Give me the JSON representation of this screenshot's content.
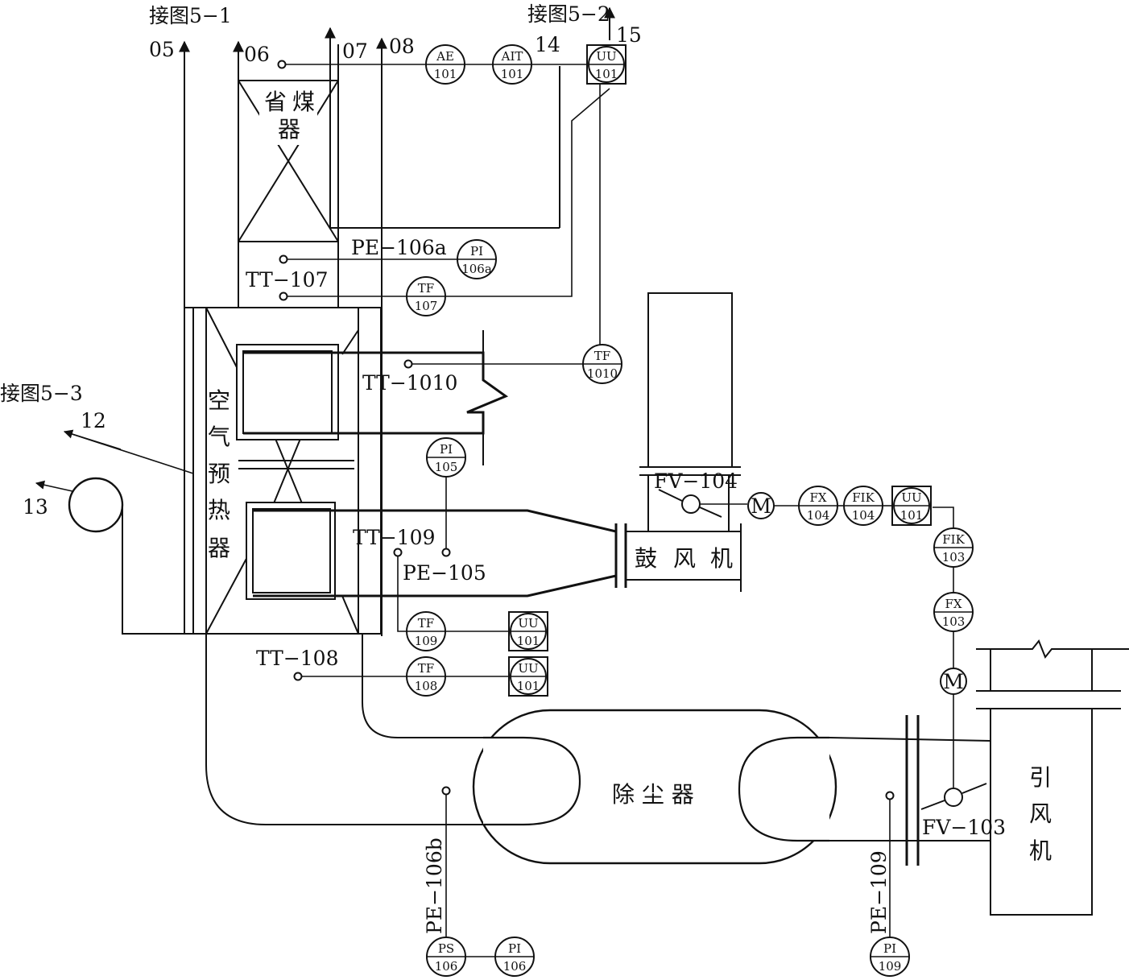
{
  "connections": {
    "fig_5_1": "接图5−1",
    "fig_5_2": "接图5−2",
    "fig_5_3": "接图5−3"
  },
  "stream_numbers": {
    "s05": "05",
    "s06": "06",
    "s07": "07",
    "s08": "08",
    "s14": "14",
    "s15": "15",
    "s12": "12",
    "s13": "13"
  },
  "equipment": {
    "economizer": [
      "省",
      "煤",
      "器"
    ],
    "air_preheater": [
      "空",
      "气",
      "预",
      "热",
      "器"
    ],
    "blower": [
      "鼓",
      "风",
      "机"
    ],
    "dust_collector": "除 尘 器",
    "induced_fan": [
      "引",
      "风",
      "机"
    ]
  },
  "tags": {
    "tt107": "TT−107",
    "pe106a": "PE−106a",
    "tt1010": "TT−1010",
    "tt109": "TT−109",
    "pe105": "PE−105",
    "tt108": "TT−108",
    "fv104": "FV−104",
    "fv103": "FV−103",
    "pe106b": "PE−106b",
    "pe109": "PE−109"
  },
  "instruments": [
    {
      "id": "ae101",
      "top": "AE",
      "bottom": "101",
      "boxed": false
    },
    {
      "id": "ait101",
      "top": "AIT",
      "bottom": "101",
      "boxed": false
    },
    {
      "id": "uu101-top",
      "top": "UU",
      "bottom": "101",
      "boxed": true
    },
    {
      "id": "pi106a",
      "top": "PI",
      "bottom": "106a",
      "boxed": false
    },
    {
      "id": "tf107",
      "top": "TF",
      "bottom": "107",
      "boxed": false
    },
    {
      "id": "tf1010",
      "top": "TF",
      "bottom": "1010",
      "boxed": false
    },
    {
      "id": "pi105",
      "top": "PI",
      "bottom": "105",
      "boxed": false
    },
    {
      "id": "fx104",
      "top": "FX",
      "bottom": "104",
      "boxed": false
    },
    {
      "id": "fik104",
      "top": "FIK",
      "bottom": "104",
      "boxed": false
    },
    {
      "id": "uu101-fan",
      "top": "UU",
      "bottom": "101",
      "boxed": true
    },
    {
      "id": "fik103",
      "top": "FIK",
      "bottom": "103",
      "boxed": false
    },
    {
      "id": "fx103",
      "top": "FX",
      "bottom": "103",
      "boxed": false
    },
    {
      "id": "tf109",
      "top": "TF",
      "bottom": "109",
      "boxed": false
    },
    {
      "id": "uu101-109",
      "top": "UU",
      "bottom": "101",
      "boxed": true
    },
    {
      "id": "tf108",
      "top": "TF",
      "bottom": "108",
      "boxed": false
    },
    {
      "id": "uu101-108",
      "top": "UU",
      "bottom": "101",
      "boxed": true
    },
    {
      "id": "ps106",
      "top": "PS",
      "bottom": "106",
      "boxed": false
    },
    {
      "id": "pi106",
      "top": "PI",
      "bottom": "106",
      "boxed": false
    },
    {
      "id": "pi109",
      "top": "PI",
      "bottom": "109",
      "boxed": false
    }
  ],
  "motor_symbol": "M"
}
